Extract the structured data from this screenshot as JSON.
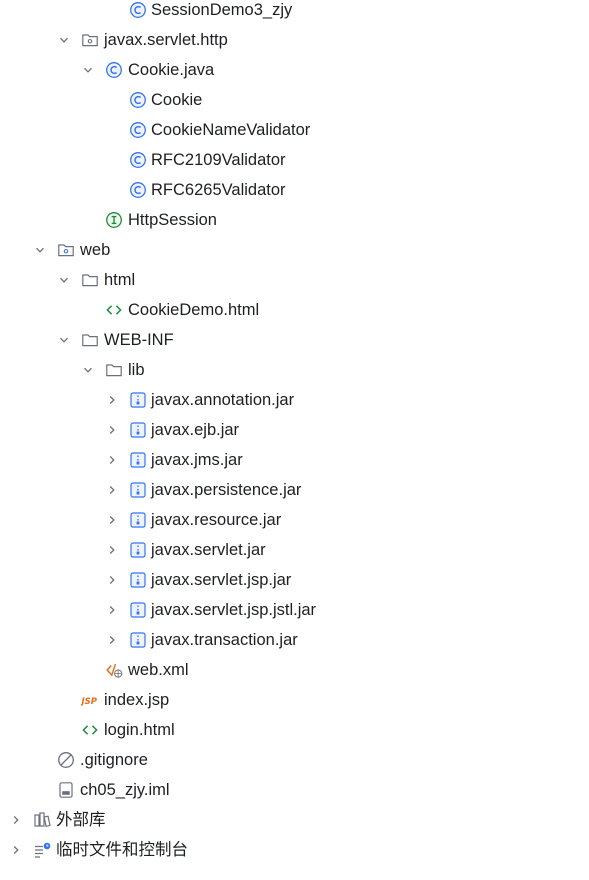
{
  "tree": {
    "items": [
      {
        "label": "SessionDemo3_zjy",
        "icon": "class-icon",
        "chevron": "none"
      },
      {
        "label": "javax.servlet.http",
        "icon": "package-icon",
        "chevron": "expanded"
      },
      {
        "label": "Cookie.java",
        "icon": "class-icon",
        "chevron": "expanded"
      },
      {
        "label": "Cookie",
        "icon": "class-icon",
        "chevron": "none"
      },
      {
        "label": "CookieNameValidator",
        "icon": "class-icon",
        "chevron": "none"
      },
      {
        "label": "RFC2109Validator",
        "icon": "class-icon",
        "chevron": "none"
      },
      {
        "label": "RFC6265Validator",
        "icon": "class-icon",
        "chevron": "none"
      },
      {
        "label": "HttpSession",
        "icon": "interface-icon",
        "chevron": "none"
      },
      {
        "label": "web",
        "icon": "web-folder-icon",
        "chevron": "expanded"
      },
      {
        "label": "html",
        "icon": "folder-icon",
        "chevron": "expanded"
      },
      {
        "label": "CookieDemo.html",
        "icon": "html-file-icon",
        "chevron": "none"
      },
      {
        "label": "WEB-INF",
        "icon": "folder-icon",
        "chevron": "expanded"
      },
      {
        "label": "lib",
        "icon": "folder-icon",
        "chevron": "expanded"
      },
      {
        "label": "javax.annotation.jar",
        "icon": "jar-icon",
        "chevron": "collapsed"
      },
      {
        "label": "javax.ejb.jar",
        "icon": "jar-icon",
        "chevron": "collapsed"
      },
      {
        "label": "javax.jms.jar",
        "icon": "jar-icon",
        "chevron": "collapsed"
      },
      {
        "label": "javax.persistence.jar",
        "icon": "jar-icon",
        "chevron": "collapsed"
      },
      {
        "label": "javax.resource.jar",
        "icon": "jar-icon",
        "chevron": "collapsed"
      },
      {
        "label": "javax.servlet.jar",
        "icon": "jar-icon",
        "chevron": "collapsed"
      },
      {
        "label": "javax.servlet.jsp.jar",
        "icon": "jar-icon",
        "chevron": "collapsed"
      },
      {
        "label": "javax.servlet.jsp.jstl.jar",
        "icon": "jar-icon",
        "chevron": "collapsed"
      },
      {
        "label": "javax.transaction.jar",
        "icon": "jar-icon",
        "chevron": "collapsed"
      },
      {
        "label": "web.xml",
        "icon": "web-xml-icon",
        "chevron": "none"
      },
      {
        "label": "index.jsp",
        "icon": "jsp-file-icon",
        "chevron": "none"
      },
      {
        "label": "login.html",
        "icon": "html-file-icon",
        "chevron": "none"
      },
      {
        "label": ".gitignore",
        "icon": "ignored-file-icon",
        "chevron": "none"
      },
      {
        "label": "ch05_zjy.iml",
        "icon": "module-file-icon",
        "chevron": "none"
      },
      {
        "label": "外部库",
        "icon": "external-libraries-icon",
        "chevron": "collapsed"
      },
      {
        "label": "临时文件和控制台",
        "icon": "scratches-icon",
        "chevron": "collapsed"
      }
    ],
    "jsp_icon_text": "JSP"
  },
  "colors": {
    "text": "#1e1f22",
    "chevron": "#6c707e",
    "class_icon": "#3574f0",
    "interface_icon": "#208a3c",
    "html_icon": "#208a3c",
    "jsp_icon": "#e66d17",
    "folder_icon": "#6c707e"
  }
}
